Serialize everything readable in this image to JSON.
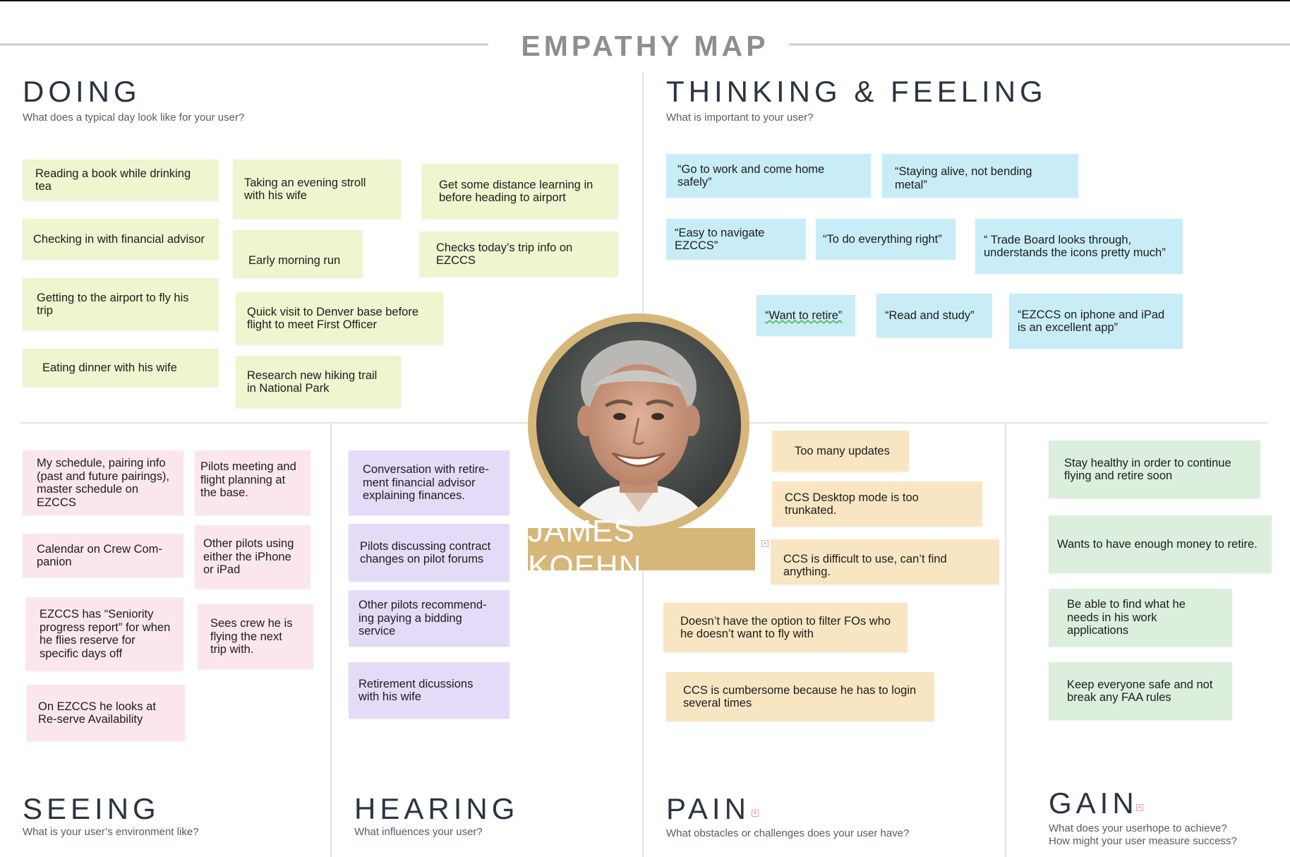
{
  "title": "EMPATHY MAP",
  "persona": {
    "name": "JAMES KOEHN"
  },
  "sections": {
    "doing": {
      "heading": "DOING",
      "subtitle": "What does a typical day look like for your user?"
    },
    "thinking": {
      "heading": "THINKING & FEELING",
      "subtitle": "What is important to your user?"
    },
    "seeing": {
      "heading": "SEEING",
      "subtitle": "What is your user’s environment like?"
    },
    "hearing": {
      "heading": "HEARING",
      "subtitle": "What influences your user?"
    },
    "pain": {
      "heading": "PAIN",
      "subtitle": "What obstacles or challenges does your user have?"
    },
    "gain": {
      "heading": "GAIN",
      "subtitle_line1": "What does your userhope to achieve?",
      "subtitle_line2": "How might your user measure success?"
    }
  },
  "notes": {
    "doing": [
      "Reading a book while drinking tea",
      "Taking an evening stroll with his wife",
      "Get some distance learning in before heading to airport",
      "Checking in with financial advisor",
      "Early morning run",
      "Checks today’s trip info on EZCCS",
      "Getting to the airport to fly his trip",
      "Quick visit to Denver base before flight to meet First Officer",
      "Eating dinner with his wife",
      "Research new hiking trail in National Park"
    ],
    "thinking": [
      "“Go to work and come home safely”",
      "“Staying alive, not bending metal”",
      "“Easy to navigate EZCCS”",
      "“To do everything right”",
      "“ Trade Board  looks through, understands the icons pretty much”",
      "“Want to retire”",
      "“Read and study”",
      "“EZCCS on iphone and iPad is an excellent app”"
    ],
    "seeing": [
      "My schedule, pairing info (past and future pairings), master schedule on EZCCS",
      "Pilots meeting and flight planning at the base.",
      "Calendar on Crew Com-panion",
      "Other pilots using either the iPhone or iPad",
      "EZCCS has “Seniority progress report” for when he flies reserve for specific days off",
      "Sees crew he is flying the next trip with.",
      "On EZCCS he looks at Re-serve Availability"
    ],
    "hearing": [
      "Conversation with retire-ment financial advisor explaining finances.",
      "Pilots discussing contract changes on pilot forums",
      "Other pilots recommend-ing paying a bidding service",
      "Retirement dicussions with his wife"
    ],
    "pain": [
      "Too many updates",
      "CCS Desktop mode is too trunkated.",
      "CCS is difficult to use, can’t find anything.",
      "Doesn’t have the option to filter FOs who he doesn’t want to fly with",
      "CCS is cumbersome because he has to login several times"
    ],
    "gain": [
      "Stay healthy in order to continue flying and retire soon",
      "Wants to have enough money to retire.",
      "Be able to find what he needs in his work applications",
      "Keep everyone safe and not break  any FAA rules"
    ]
  },
  "colors": {
    "doing": "#eef5cf",
    "thinking": "#c8edf7",
    "seeing": "#fbe6ee",
    "hearing": "#e4dbf8",
    "pain": "#f8e6c3",
    "gain": "#dcefdc",
    "persona_accent": "#d7b67a"
  },
  "icons": {
    "add": "plus-square-icon"
  }
}
